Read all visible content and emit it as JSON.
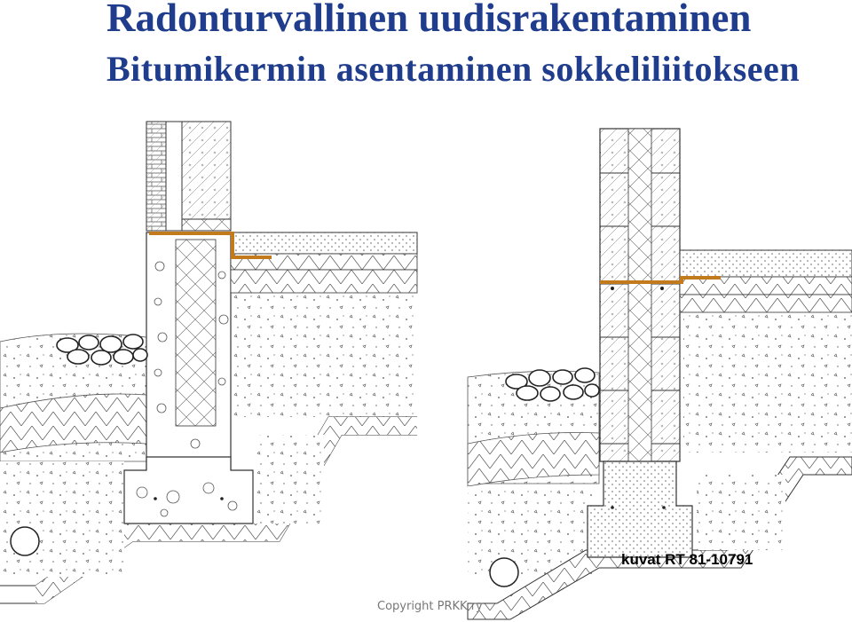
{
  "title": "Radonturvallinen uudisrakentaminen",
  "subtitle": "Bitumikermin asentaminen sokkeliliitokseen",
  "caption": "kuvat RT 81-10791",
  "copyright": "Copyright PRKK ry",
  "colors": {
    "title": "#1f3d8c",
    "bitumen_membrane": "#c27a1d",
    "line": "#333333"
  }
}
